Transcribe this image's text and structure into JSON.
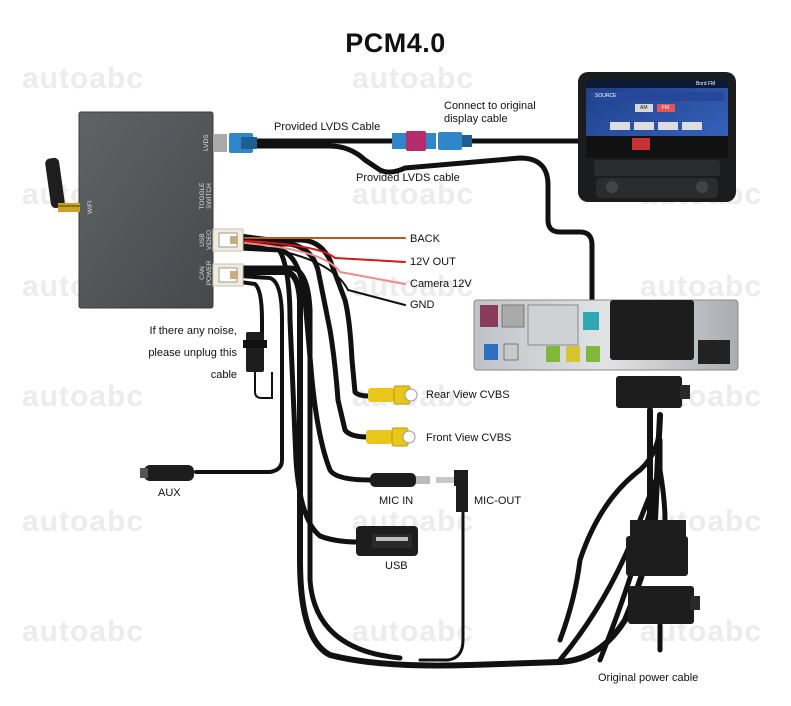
{
  "title": "PCM4.0",
  "watermark": "autoabc",
  "box_ports": {
    "wifi": "WIFI",
    "lvds": "LVDS",
    "toggle": "TOGGLE SWITCH",
    "usb_video": "USB VIDEO",
    "can_power": "CAN POWER"
  },
  "labels": {
    "provided_lvds_top": "Provided LVDS Cable",
    "connect_original": "Connect to original display cable",
    "provided_lvds_mid": "Provided LVDS cable",
    "back": "BACK",
    "v12_out": "12V OUT",
    "camera_12v": "Camera 12V",
    "gnd": "GND",
    "noise_note": "If there any noise, please unplug this cable",
    "rear_view": "Rear View CVBS",
    "front_view": "Front View CVBS",
    "aux": "AUX",
    "mic_in": "MIC IN",
    "mic_out": "MIC-OUT",
    "usb": "USB",
    "original_power": "Original power cable"
  },
  "head_unit_screen": {
    "header": "SOURCE",
    "am": "AM",
    "fm": "FM",
    "station": "Bord FM"
  },
  "colors": {
    "box": "#54575a",
    "fakra_blue": "#2f86c8",
    "fakra_pink": "#b52c6a",
    "fakra_green": "#7fb83a",
    "fakra_yellow": "#d6c430",
    "rca_yellow": "#e8c61a",
    "wire_back": "#b35a1e",
    "wire_12v": "#d51717",
    "wire_cam": "#f08a8a",
    "wire_gnd": "#111111"
  }
}
